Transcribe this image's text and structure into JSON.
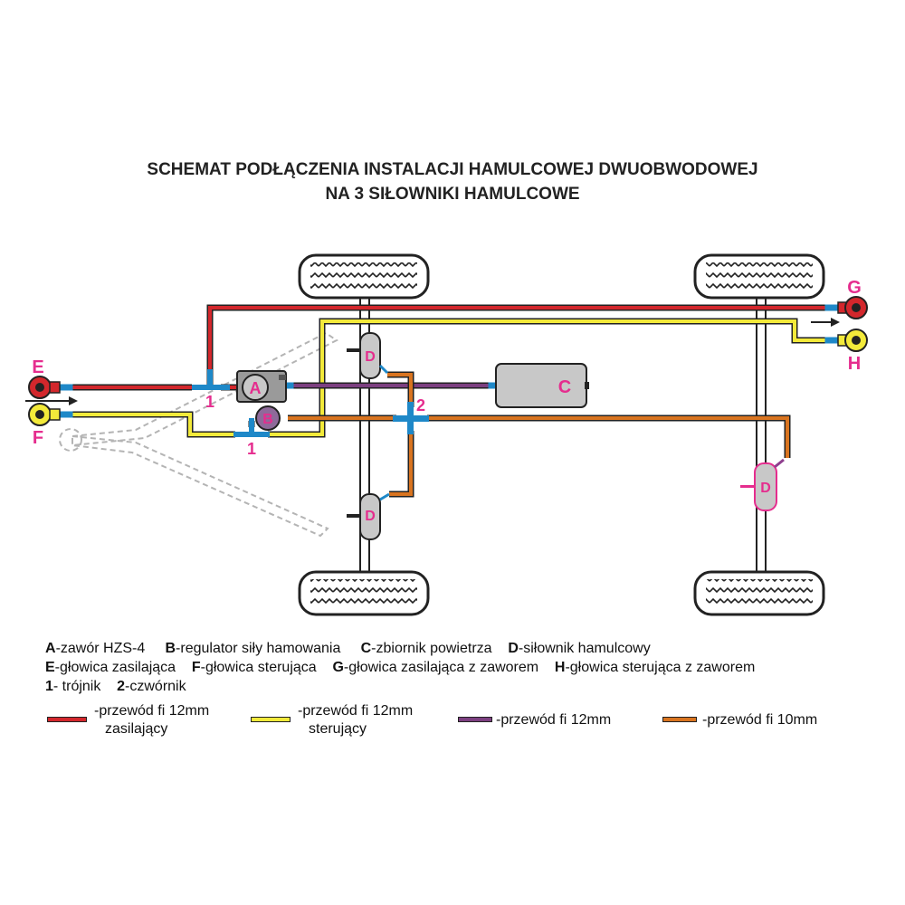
{
  "title": {
    "line1": "SCHEMAT PODŁĄCZENIA INSTALACJI HAMULCOWEJ DWUOBWODOWEJ",
    "line2": "NA 3 SIŁOWNIKI HAMULCOWE"
  },
  "diagram_labels": {
    "A": "A",
    "B": "B",
    "C": "C",
    "D": "D",
    "E": "E",
    "F": "F",
    "G": "G",
    "H": "H",
    "tee": "1",
    "cross": "2"
  },
  "legend": {
    "row1": [
      {
        "key": "A",
        "text": "-zawór HZS-4"
      },
      {
        "key": "B",
        "text": "-regulator siły hamowania"
      },
      {
        "key": "C",
        "text": "-zbiornik powietrza"
      },
      {
        "key": "D",
        "text": "-siłownik hamulcowy"
      }
    ],
    "row2": [
      {
        "key": "E",
        "text": "-głowica zasilająca"
      },
      {
        "key": "F",
        "text": "-głowica sterująca"
      },
      {
        "key": "G",
        "text": "-głowica zasilająca z zaworem"
      },
      {
        "key": "H",
        "text": "-głowica sterująca z zaworem"
      }
    ],
    "row3": [
      {
        "key": "1",
        "text": "- trójnik"
      },
      {
        "key": "2",
        "text": "-czwórnik"
      }
    ],
    "wires": [
      {
        "color": "#d3272c",
        "line1": "-przewód fi 12mm",
        "line2": "zasilający"
      },
      {
        "color": "#f3ea3a",
        "line1": "-przewód fi 12mm",
        "line2": "sterujący"
      },
      {
        "color": "#7c3f80",
        "line1": "-przewód fi 12mm",
        "line2": ""
      },
      {
        "color": "#d9741f",
        "line1": "-przewód fi 10mm",
        "line2": ""
      }
    ]
  },
  "colors": {
    "supply_red": "#d3272c",
    "control_yellow": "#f3ea3a",
    "purple": "#7c3f80",
    "orange": "#d9741f",
    "fitting_blue": "#1e88c8",
    "label_pink": "#e52d8e",
    "component_gray": "#c8c8c8"
  }
}
